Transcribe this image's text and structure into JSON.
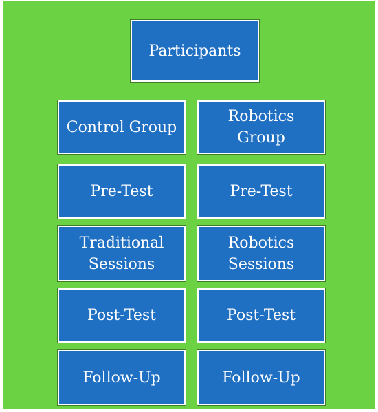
{
  "diagram": {
    "top": "Participants",
    "left_column": [
      "Control Group",
      "Pre-Test",
      "Traditional Sessions",
      "Post-Test",
      "Follow-Up"
    ],
    "right_column": [
      "Robotics Group",
      "Pre-Test",
      "Robotics Sessions",
      "Post-Test",
      "Follow-Up"
    ]
  },
  "colors": {
    "background": "#6bd244",
    "box_fill": "#1f6fc2",
    "box_border": "#ffffff",
    "text": "#ffffff"
  }
}
